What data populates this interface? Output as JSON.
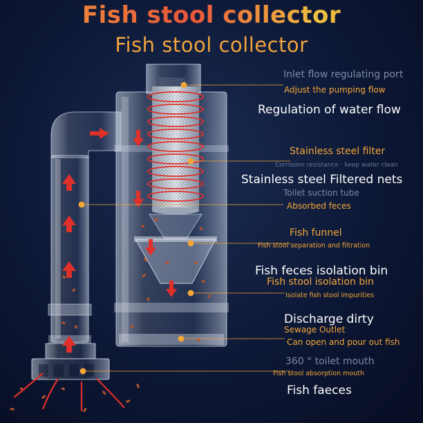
{
  "title": "Fish stool collector",
  "subtitle": "Fish stool collector",
  "labels": {
    "inlet_port": "Inlet flow regulating port",
    "adjust_flow": "Adjust the pumping flow",
    "regulation": "Regulation of water flow",
    "steel_filter": "Stainless steel filter",
    "corrosion": "Corrosion resistance · keep water clean",
    "filtered_nets": "Stainless steel Filtered nets",
    "toilet_suction": "Toilet suction tube",
    "absorbed": "Absorbed feces",
    "funnel": "Fish funnel",
    "separation": "Fish stool separation and filtration",
    "isolation_bin": "Fish feces isolation bin",
    "stool_isolation": "Fish stool isolation bin",
    "isolate_impurities": "Isolate fish stool impurities",
    "discharge": "Discharge dirty",
    "sewage": "Sewage Outlet",
    "pour_out": "Can open and pour out fish",
    "toilet_mouth": "360 ° toilet mouth",
    "absorption_mouth": "Fish stool absorption mouth",
    "faeces": "Fish faeces"
  },
  "colors": {
    "accent": "#f4a739",
    "arrow": "#e0302a",
    "background": "#0b1430",
    "label_white": "#ffffff"
  }
}
